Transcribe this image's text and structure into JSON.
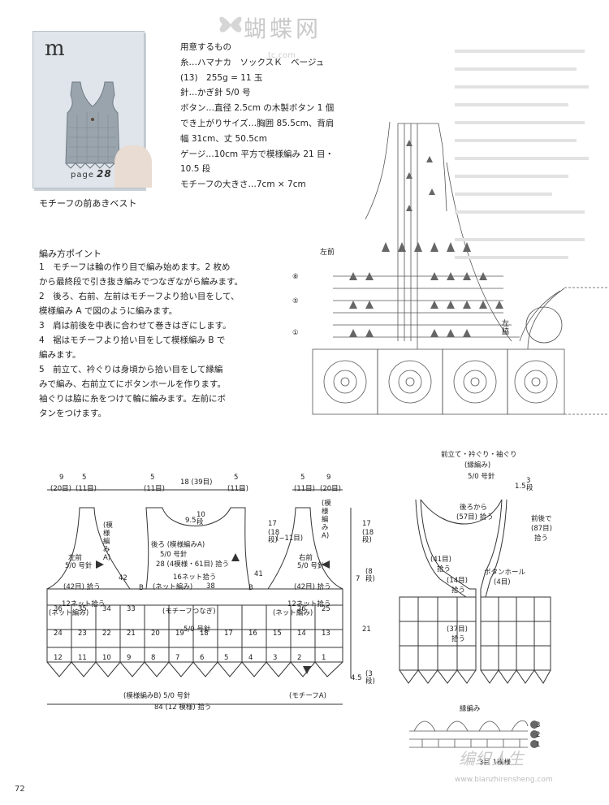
{
  "watermark": {
    "top": "蝴蝶网",
    "top_sub": "tc.com",
    "bottom": "编织人生",
    "bottom_url": "www.bianzhirensheng.com"
  },
  "card": {
    "letter": "m",
    "page_label": "page",
    "page_num": "28"
  },
  "caption": "モチーフの前あきベスト",
  "materials": {
    "lines": [
      "用意するもの",
      "糸…ハマナカ　ソックスＫ　ベージュ",
      "(13)　255g = 11 玉",
      "針…かぎ針 5/0 号",
      "ボタン…直径 2.5cm の木製ボタン 1 個",
      "でき上がりサイズ…胸囲 85.5cm、背肩",
      "幅 31cm、丈 50.5cm",
      "ゲージ…10cm 平方で模様編み 21 目・",
      "10.5 段",
      "モチーフの大きさ…7cm × 7cm"
    ]
  },
  "points": {
    "title": "編み方ポイント",
    "items": [
      "1　モチーフは輪の作り目で編み始めます。2 枚め",
      "から最終段で引き抜き編みでつなぎながら編みます。",
      "2　後ろ、右前、左前はモチーフより拾い目をして、",
      "模様編み A で図のように編みます。",
      "3　肩は前後を中表に合わせて巻きはぎにします。",
      "4　裾はモチーフより拾い目をして模様編み B で",
      "編みます。",
      "5　前立て、衿ぐりは身頃から拾い目をして縁編",
      "みで編み、右前立てにボタンホールを作ります。",
      "袖ぐりは脇に糸をつけて輪に編みます。左前にボ",
      "タンをつけます。"
    ]
  },
  "chart_top": {
    "left_front": "左前",
    "left_shoulder": "左脇",
    "row_marks": [
      "⑧",
      "⑤",
      "①"
    ]
  },
  "schematic": {
    "top_dims": {
      "l1": "9",
      "l1s": "(20目)",
      "l2": "5",
      "l2s": "(11目)",
      "c1": "5",
      "c1s": "(11目)",
      "c2": "18 (39目)",
      "c3": "5",
      "c3s": "(11目)",
      "r1": "5",
      "r1s": "(11目)",
      "r2": "9",
      "r2s": "(20目)"
    },
    "left_front": {
      "name": "左前",
      "needle": "5/0 号針",
      "pattern": "(模様編みA)",
      "pickup": "(42目) 拾う"
    },
    "back": {
      "name": "後ろ (模様編みA)",
      "needle": "5/0 号針",
      "rows": "28 (4模様・61目) 拾う",
      "neck_dim": "9.5",
      "neck_rows": "10段",
      "net_pickup": "16ネット拾う",
      "net": "(ネット編み)"
    },
    "right_front": {
      "name": "右前",
      "needle": "5/0 号針",
      "pattern": "(模様編みA)",
      "pickup": "(42目) 拾う"
    },
    "left_net": "12ネット拾う",
    "left_net2": "(ネット編み)",
    "right_net": "12ネット拾う",
    "right_net2": "(ネット編み)",
    "motif_join": "(モチーフつなぎ)",
    "motif_needle": "5/0 号針",
    "bottom_pattern": "(模様編みB) 5/0 号針",
    "bottom_motif": "(モチーフA)",
    "bottom_dim": "84 (12 模様) 拾う",
    "right_dims": {
      "a": "17",
      "a2": "(18段)",
      "b": "7",
      "b2": "(8段)",
      "c": "21",
      "d": "4.5",
      "d2": "(3段)",
      "e": "17",
      "e2": "(18段)",
      "e3": "(−11目)"
    },
    "letters": {
      "B": "B"
    },
    "grid_numbers": [
      [
        "24",
        "23",
        "22",
        "21",
        "20",
        "19",
        "18",
        "17",
        "16",
        "15",
        "14",
        "13"
      ],
      [
        "12",
        "11",
        "10",
        "9",
        "8",
        "7",
        "6",
        "5",
        "4",
        "3",
        "2",
        "1"
      ]
    ],
    "row3": [
      "36",
      "35",
      "34",
      "33",
      "",
      "",
      "",
      "",
      "",
      "",
      "26",
      "25"
    ],
    "row1_top": [
      "42",
      "",
      "",
      "",
      "38",
      "",
      "",
      "41"
    ]
  },
  "edging_schematic": {
    "title": "前立て・衿ぐり・袖ぐり",
    "subtitle": "(縁編み)",
    "needle": "5/0 号針",
    "dims": {
      "top": "1.5",
      "top2": "3段",
      "back_from": "後ろから",
      "back_from2": "(57目) 拾う",
      "back_neck": "前後で",
      "back_neck2": "(87目)",
      "back_neck3": "拾う",
      "front41": "(41目)",
      "front41b": "拾う",
      "front14": "(14目)",
      "front14b": "拾う",
      "buttonhole": "ボタンホール",
      "buttonhole2": "(4目)",
      "front37": "(37目)",
      "front37b": "拾う"
    }
  },
  "edging_chart": {
    "title": "縁編み",
    "rows": [
      "3",
      "2",
      "1"
    ],
    "base": "3目 1模様"
  },
  "page_number": "72"
}
